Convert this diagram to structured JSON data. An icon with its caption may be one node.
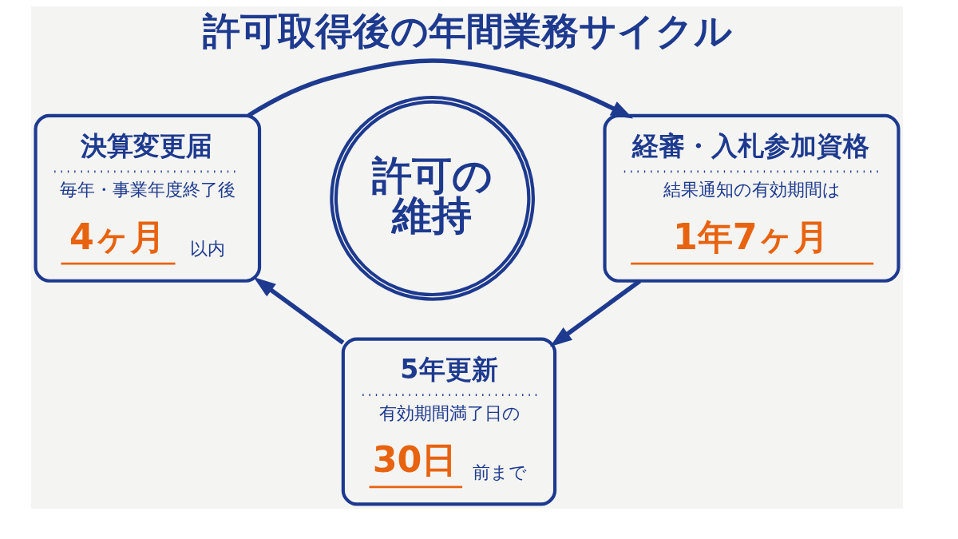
{
  "diagram": {
    "title": "許可取得後の年間業務サイクル",
    "nodes": [
      {
        "text": [
          "決算変更届",
          "毎年・事業年度終了後",
          "4ヶ月",
          "以内"
        ]
      },
      {
        "text": [
          "許可の維持"
        ]
      },
      {
        "text": [
          "経審・入札参加資格",
          "結果通知の有効期間は",
          "1年7ヶ月"
        ]
      },
      {
        "text": [
          "5年更新",
          "有効期間満了日の",
          "30日",
          "前まで"
        ]
      }
    ],
    "edges": [
      {
        "from": 0,
        "to": 2,
        "arrow": "to"
      },
      {
        "from": 2,
        "to": 3,
        "arrow": "to"
      },
      {
        "from": 3,
        "to": 0,
        "arrow": "to"
      }
    ]
  }
}
